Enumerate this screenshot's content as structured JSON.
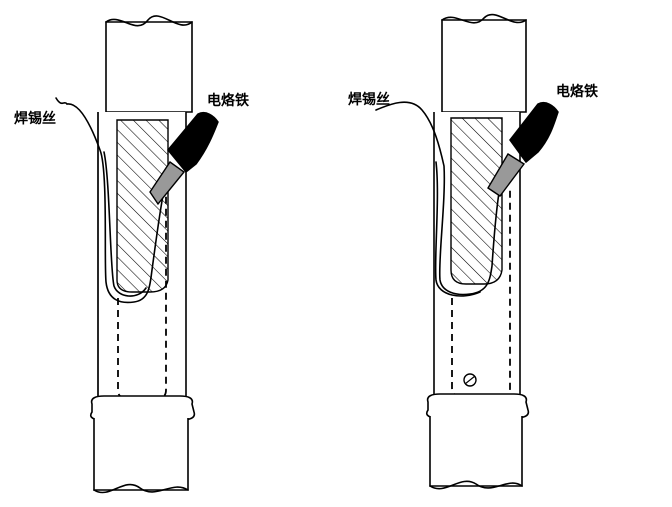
{
  "figures": [
    {
      "solder_label": "焊锡丝",
      "iron_label": "电烙铁"
    },
    {
      "solder_label": "焊锡丝",
      "iron_label": "电烙铁"
    }
  ]
}
